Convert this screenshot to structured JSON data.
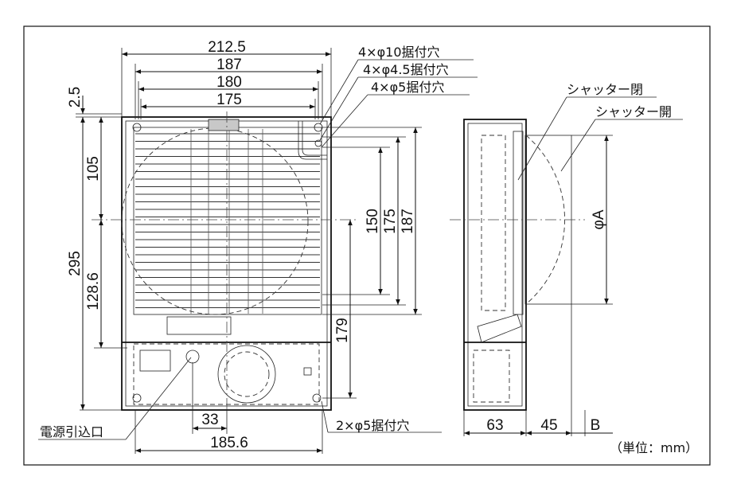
{
  "dimensions": {
    "w_212_5": "212.5",
    "w_187": "187",
    "w_180": "180",
    "w_175": "175",
    "h_2_5": "2.5",
    "h_105": "105",
    "h_295": "295",
    "h_128_6": "128.6",
    "h_150": "150",
    "h_175": "175",
    "h_187": "187",
    "h_179": "179",
    "w_33": "33",
    "w_185_6": "185.6",
    "side_63": "63",
    "side_45": "45",
    "side_B": "B",
    "side_phiA": "φA"
  },
  "labels": {
    "hole_4x10": "4×φ10据付穴",
    "hole_4x4_5": "4×φ4.5据付穴",
    "hole_4x5": "4×φ5据付穴",
    "hole_2x5": "2×φ5据付穴",
    "power_inlet": "電源引込口",
    "shutter_closed": "シャッター閉",
    "shutter_open": "シャッター開",
    "unit": "（単位：mm）"
  }
}
